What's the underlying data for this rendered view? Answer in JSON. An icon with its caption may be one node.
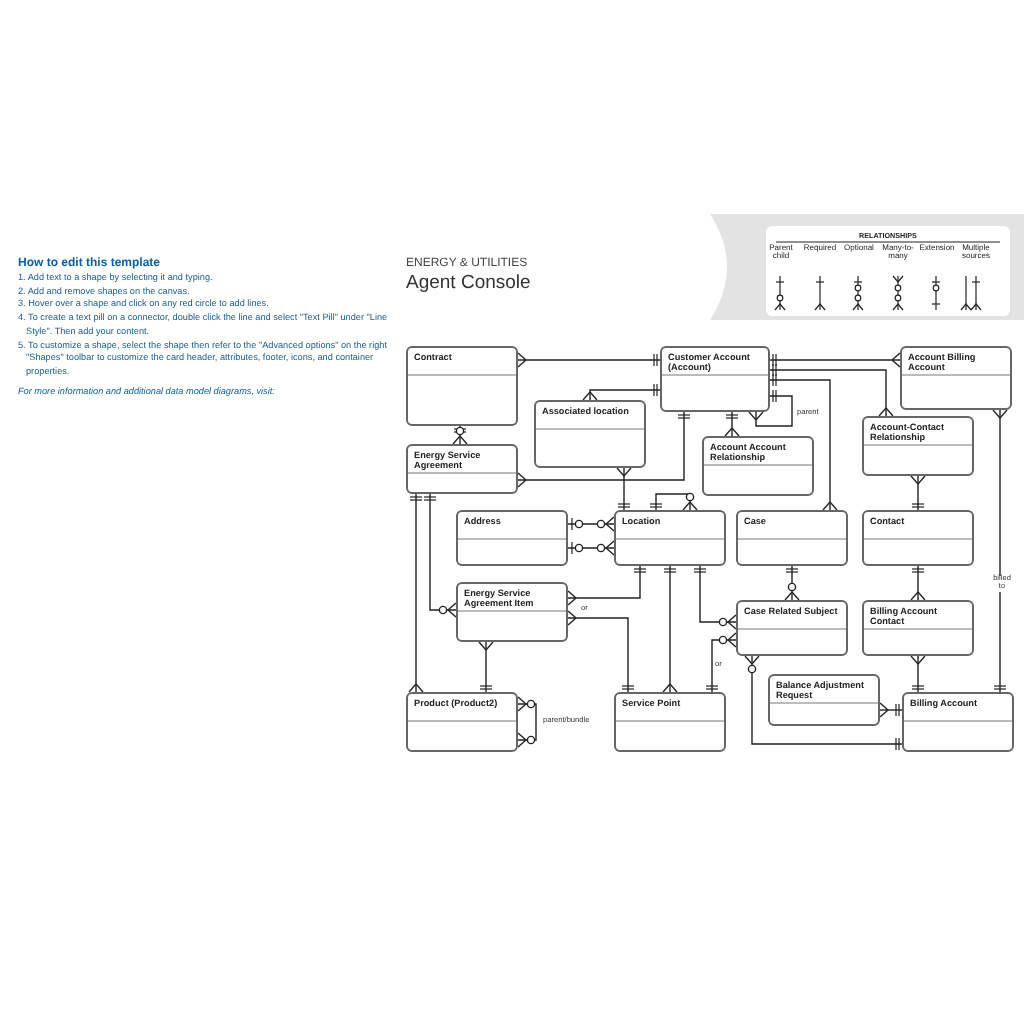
{
  "diagram": {
    "title": "Agent Console",
    "nodes": [
      {
        "text": [
          "Contract"
        ]
      },
      {
        "text": [
          "Customer Account (Account)"
        ]
      },
      {
        "text": [
          "Account Billing Account"
        ]
      },
      {
        "text": [
          "Associated location"
        ]
      },
      {
        "text": [
          "Account Account Relationship"
        ]
      },
      {
        "text": [
          "Account-Contact Relationship"
        ]
      },
      {
        "text": [
          "Energy Service Agreement"
        ]
      },
      {
        "text": [
          "Address"
        ]
      },
      {
        "text": [
          "Location"
        ]
      },
      {
        "text": [
          "Case"
        ]
      },
      {
        "text": [
          "Contact"
        ]
      },
      {
        "text": [
          "Energy Service Agreement Item"
        ]
      },
      {
        "text": [
          "Case Related Subject"
        ]
      },
      {
        "text": [
          "Billing Account Contact"
        ]
      },
      {
        "text": [
          "Balance Adjustment Request"
        ]
      },
      {
        "text": [
          "Product (Product2)"
        ]
      },
      {
        "text": [
          "Service Point"
        ]
      },
      {
        "text": [
          "Billing Account"
        ]
      }
    ],
    "edges": [
      {
        "from": 1,
        "to": 0,
        "arrow": "other"
      },
      {
        "from": 1,
        "to": 2,
        "arrow": "other"
      },
      {
        "from": 1,
        "to": 3,
        "arrow": "other"
      },
      {
        "from": 1,
        "to": 4,
        "arrow": "other"
      },
      {
        "from": 1,
        "to": 1,
        "arrow": "other",
        "label": "parent"
      },
      {
        "from": 1,
        "to": 6,
        "arrow": "other"
      },
      {
        "from": 1,
        "to": 9,
        "arrow": "other"
      },
      {
        "from": 1,
        "to": 5,
        "arrow": "other"
      },
      {
        "from": 0,
        "to": 6,
        "arrow": "other"
      },
      {
        "from": 8,
        "to": 3,
        "arrow": "other"
      },
      {
        "from": 8,
        "to": 8,
        "arrow": "other"
      },
      {
        "from": 7,
        "to": 8,
        "arrow": "other"
      },
      {
        "from": 7,
        "to": 8,
        "arrow": "other"
      },
      {
        "from": 10,
        "to": 5,
        "arrow": "other"
      },
      {
        "from": 17,
        "to": 2,
        "arrow": "other",
        "label": "billed to"
      },
      {
        "from": 9,
        "to": 12,
        "arrow": "other"
      },
      {
        "from": 10,
        "to": 13,
        "arrow": "other"
      },
      {
        "from": 17,
        "to": 13,
        "arrow": "other"
      },
      {
        "from": 6,
        "to": 11,
        "arrow": "other"
      },
      {
        "from": 6,
        "to": 15,
        "arrow": "other"
      },
      {
        "from": 8,
        "to": 11,
        "arrow": "other",
        "label": "or"
      },
      {
        "from": 16,
        "to": 11,
        "arrow": "other"
      },
      {
        "from": 8,
        "to": 16,
        "arrow": "other"
      },
      {
        "from": 8,
        "to": 12,
        "arrow": "other"
      },
      {
        "from": 16,
        "to": 12,
        "arrow": "other",
        "label": "or"
      },
      {
        "from": 17,
        "to": 12,
        "arrow": "other"
      },
      {
        "from": 17,
        "to": 14,
        "arrow": "other"
      },
      {
        "from": 15,
        "to": 11,
        "arrow": "other"
      },
      {
        "from": 15,
        "to": 15,
        "arrow": "other",
        "label": "parent/bundle"
      }
    ],
    "labels": [
      "ENERGY & UTILITIES",
      "How to edit this template",
      "1. Add text to a shape by selecting it and typing.",
      "2. Add and remove shapes on the canvas.",
      "3. Hover over a shape and click on any red circle to add lines.",
      "4. To create a text pill on a connector, double click the line and select \"Text Pill\" under \"Line Style\". Then add your content.",
      "5. To customize a shape, select the shape then refer to the \"Advanced options\" on the right \"Shapes\" toolbar to customize the card header, attributes, footer, icons, and container properties.",
      "For more information and additional data model diagrams, visit:",
      "RELATIONSHIPS"
    ],
    "legend": [
      {
        "text": "Parent child"
      },
      {
        "text": "Required"
      },
      {
        "text": "Optional"
      },
      {
        "text": "Many-to-many"
      },
      {
        "text": "Extension"
      },
      {
        "text": "Multiple sources"
      }
    ]
  }
}
